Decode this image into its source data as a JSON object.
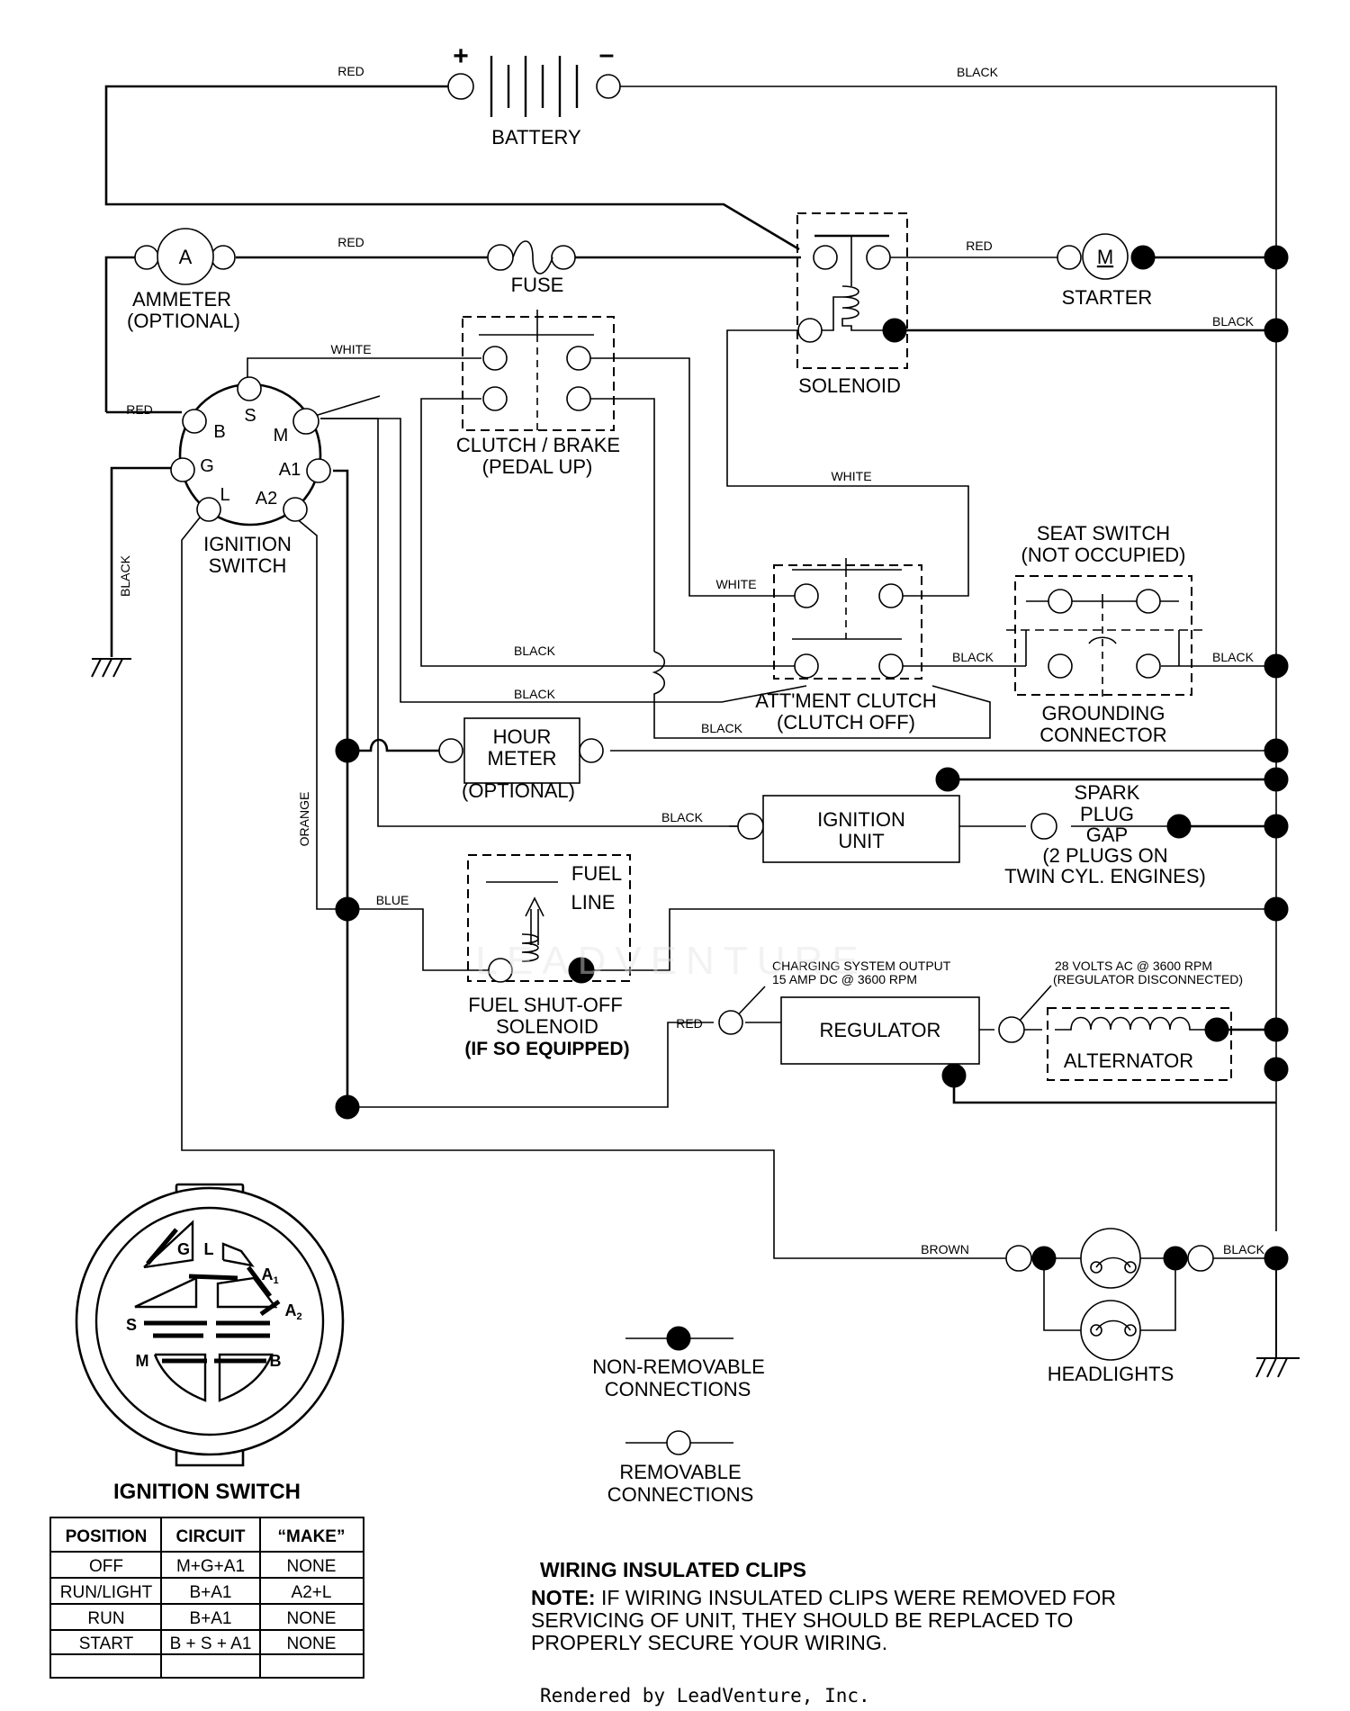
{
  "components": {
    "battery": {
      "label": "BATTERY",
      "plus": "+",
      "minus": "–"
    },
    "fuse": "FUSE",
    "ammeter": {
      "symbol": "A",
      "label_1": "AMMETER",
      "label_2": "(OPTIONAL)"
    },
    "starter": {
      "symbol": "M",
      "label": "STARTER"
    },
    "solenoid": "SOLENOID",
    "clutch_brake": {
      "label_1": "CLUTCH / BRAKE",
      "label_2": "(PEDAL UP)"
    },
    "ignition_switch": {
      "label_1": "IGNITION",
      "label_2": "SWITCH",
      "pins": {
        "b": "B",
        "s": "S",
        "m": "M",
        "g": "G",
        "a1": "A1",
        "l": "L",
        "a2": "A2"
      }
    },
    "seat_switch": {
      "label_1": "SEAT SWITCH",
      "label_2": "(NOT OCCUPIED)"
    },
    "grounding_connector": {
      "label_1": "GROUNDING",
      "label_2": "CONNECTOR"
    },
    "attachment_clutch": {
      "label_1": "ATT'MENT CLUTCH",
      "label_2": "(CLUTCH OFF)"
    },
    "hour_meter": {
      "label_1": "HOUR",
      "label_2": "METER",
      "label_3": "(OPTIONAL)"
    },
    "ignition_unit": {
      "label_1": "IGNITION",
      "label_2": "UNIT"
    },
    "spark_plug": {
      "line_1": "SPARK",
      "line_2": "PLUG",
      "line_3": "GAP",
      "line_4": "(2 PLUGS ON",
      "line_5": "TWIN CYL. ENGINES)"
    },
    "fuel_solenoid": {
      "fuel": "FUEL",
      "line": "LINE",
      "label_1": "FUEL SHUT-OFF",
      "label_2": "SOLENOID",
      "label_3": "(IF SO EQUIPPED)"
    },
    "charging_output": {
      "line_1": "CHARGING SYSTEM OUTPUT",
      "line_2": "15 AMP DC @ 3600 RPM"
    },
    "alternator_output": {
      "line_1": "28 VOLTS AC @ 3600 RPM",
      "line_2": "(REGULATOR DISCONNECTED)"
    },
    "regulator": "REGULATOR",
    "alternator": "ALTERNATOR",
    "headlights": "HEADLIGHTS"
  },
  "wire_labels": {
    "red_top": "RED",
    "black_top": "BLACK",
    "red_fuse": "RED",
    "red_starter": "RED",
    "black_solenoid": "BLACK",
    "white_top": "WHITE",
    "red_ign": "RED",
    "white_mid": "WHITE",
    "white_att": "WHITE",
    "black_left": "BLACK",
    "black_clutch1": "BLACK",
    "black_clutch2": "BLACK",
    "black_att_seat": "BLACK",
    "black_seat_right": "BLACK",
    "black_hour": "BLACK",
    "black_ign_unit": "BLACK",
    "orange": "ORANGE",
    "blue": "BLUE",
    "red_reg": "RED",
    "brown": "BROWN",
    "black_head": "BLACK"
  },
  "legend": {
    "non_removable_1": "NON-REMOVABLE",
    "non_removable_2": "CONNECTIONS",
    "removable_1": "REMOVABLE",
    "removable_2": "CONNECTIONS"
  },
  "switch_detail": {
    "title": "IGNITION SWITCH",
    "g": "G",
    "l": "L",
    "a1": "A",
    "a1_sub": "1",
    "a2": "A",
    "a2_sub": "2",
    "s": "S",
    "m": "M",
    "b": "B"
  },
  "switch_table": {
    "headers": [
      "POSITION",
      "CIRCUIT",
      "“MAKE”"
    ],
    "rows": [
      [
        "OFF",
        "M+G+A1",
        "NONE"
      ],
      [
        "RUN/LIGHT",
        "B+A1",
        "A2+L"
      ],
      [
        "RUN",
        "B+A1",
        "NONE"
      ],
      [
        "START",
        "B + S + A1",
        "NONE"
      ]
    ]
  },
  "notes": {
    "title": "WIRING INSULATED CLIPS",
    "note_label": "NOTE:",
    "line_1": " IF WIRING INSULATED CLIPS WERE REMOVED FOR",
    "line_2": "SERVICING OF UNIT, THEY SHOULD BE REPLACED TO",
    "line_3": "PROPERLY SECURE YOUR WIRING."
  },
  "footer": "Rendered by LeadVenture, Inc.",
  "watermark": "LEADVENTURE"
}
